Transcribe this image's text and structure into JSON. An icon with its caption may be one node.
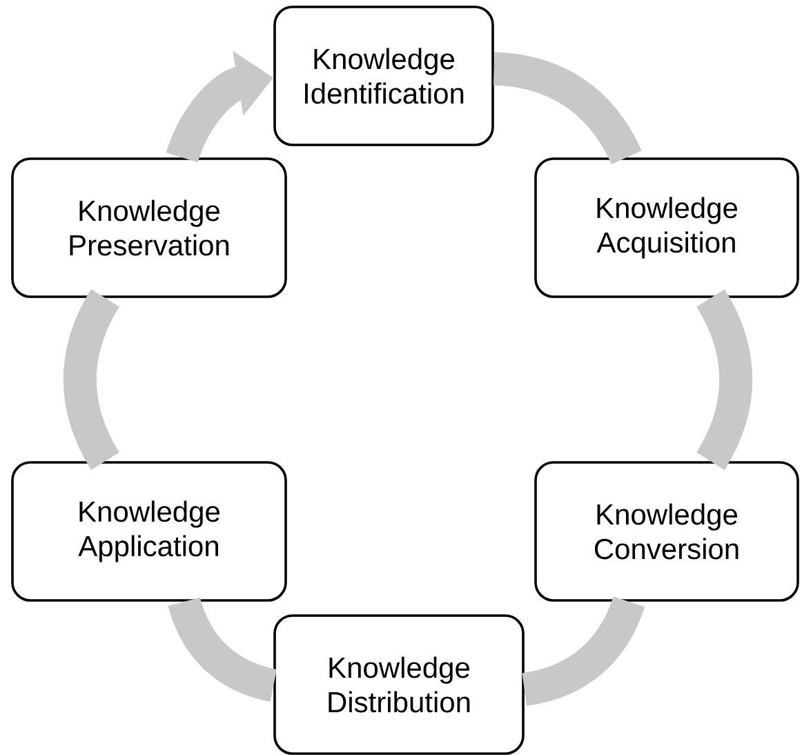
{
  "diagram": {
    "nodes": [
      {
        "text": [
          "Knowledge Identification"
        ]
      },
      {
        "text": [
          "Knowledge Acquisition"
        ]
      },
      {
        "text": [
          "Knowledge Conversion"
        ]
      },
      {
        "text": [
          "Knowledge Distribution"
        ]
      },
      {
        "text": [
          "Knowledge Application"
        ]
      },
      {
        "text": [
          "Knowledge Preservation"
        ]
      }
    ],
    "edges": [
      {
        "from": 0,
        "to": 1,
        "arrow": "none"
      },
      {
        "from": 1,
        "to": 2,
        "arrow": "none"
      },
      {
        "from": 2,
        "to": 3,
        "arrow": "none"
      },
      {
        "from": 3,
        "to": 4,
        "arrow": "none"
      },
      {
        "from": 4,
        "to": 5,
        "arrow": "none"
      },
      {
        "from": 5,
        "to": 0,
        "arrow": "to"
      }
    ]
  }
}
